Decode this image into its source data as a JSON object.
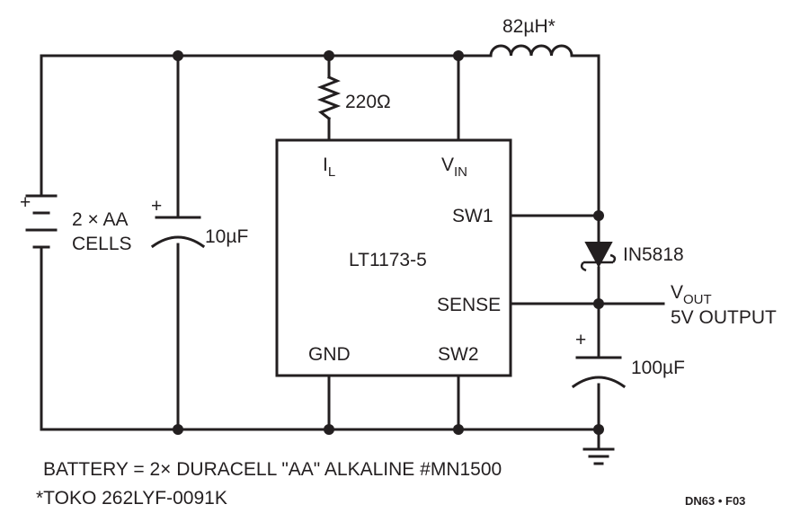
{
  "components": {
    "inductor": "82µH*",
    "resistor": "220Ω",
    "battery_line1": "2 × AA",
    "battery_line2": "CELLS",
    "battery_plus": "+",
    "cin": "10µF",
    "cin_plus": "+",
    "cout": "100µF",
    "cout_plus": "+",
    "diode": "IN5818"
  },
  "ic": {
    "name": "LT1173-5",
    "pins": {
      "il_main": "I",
      "il_sub": "L",
      "vin_main": "V",
      "vin_sub": "IN",
      "sw1": "SW1",
      "sense": "SENSE",
      "gnd": "GND",
      "sw2": "SW2"
    }
  },
  "output": {
    "vout_main": "V",
    "vout_sub": "OUT",
    "desc": "5V OUTPUT"
  },
  "notes": {
    "battery": "BATTERY = 2× DURACELL \"AA\" ALKALINE #MN1500",
    "toko": "*TOKO 262LYF-0091K",
    "figure_id": "DN63 • F03"
  }
}
